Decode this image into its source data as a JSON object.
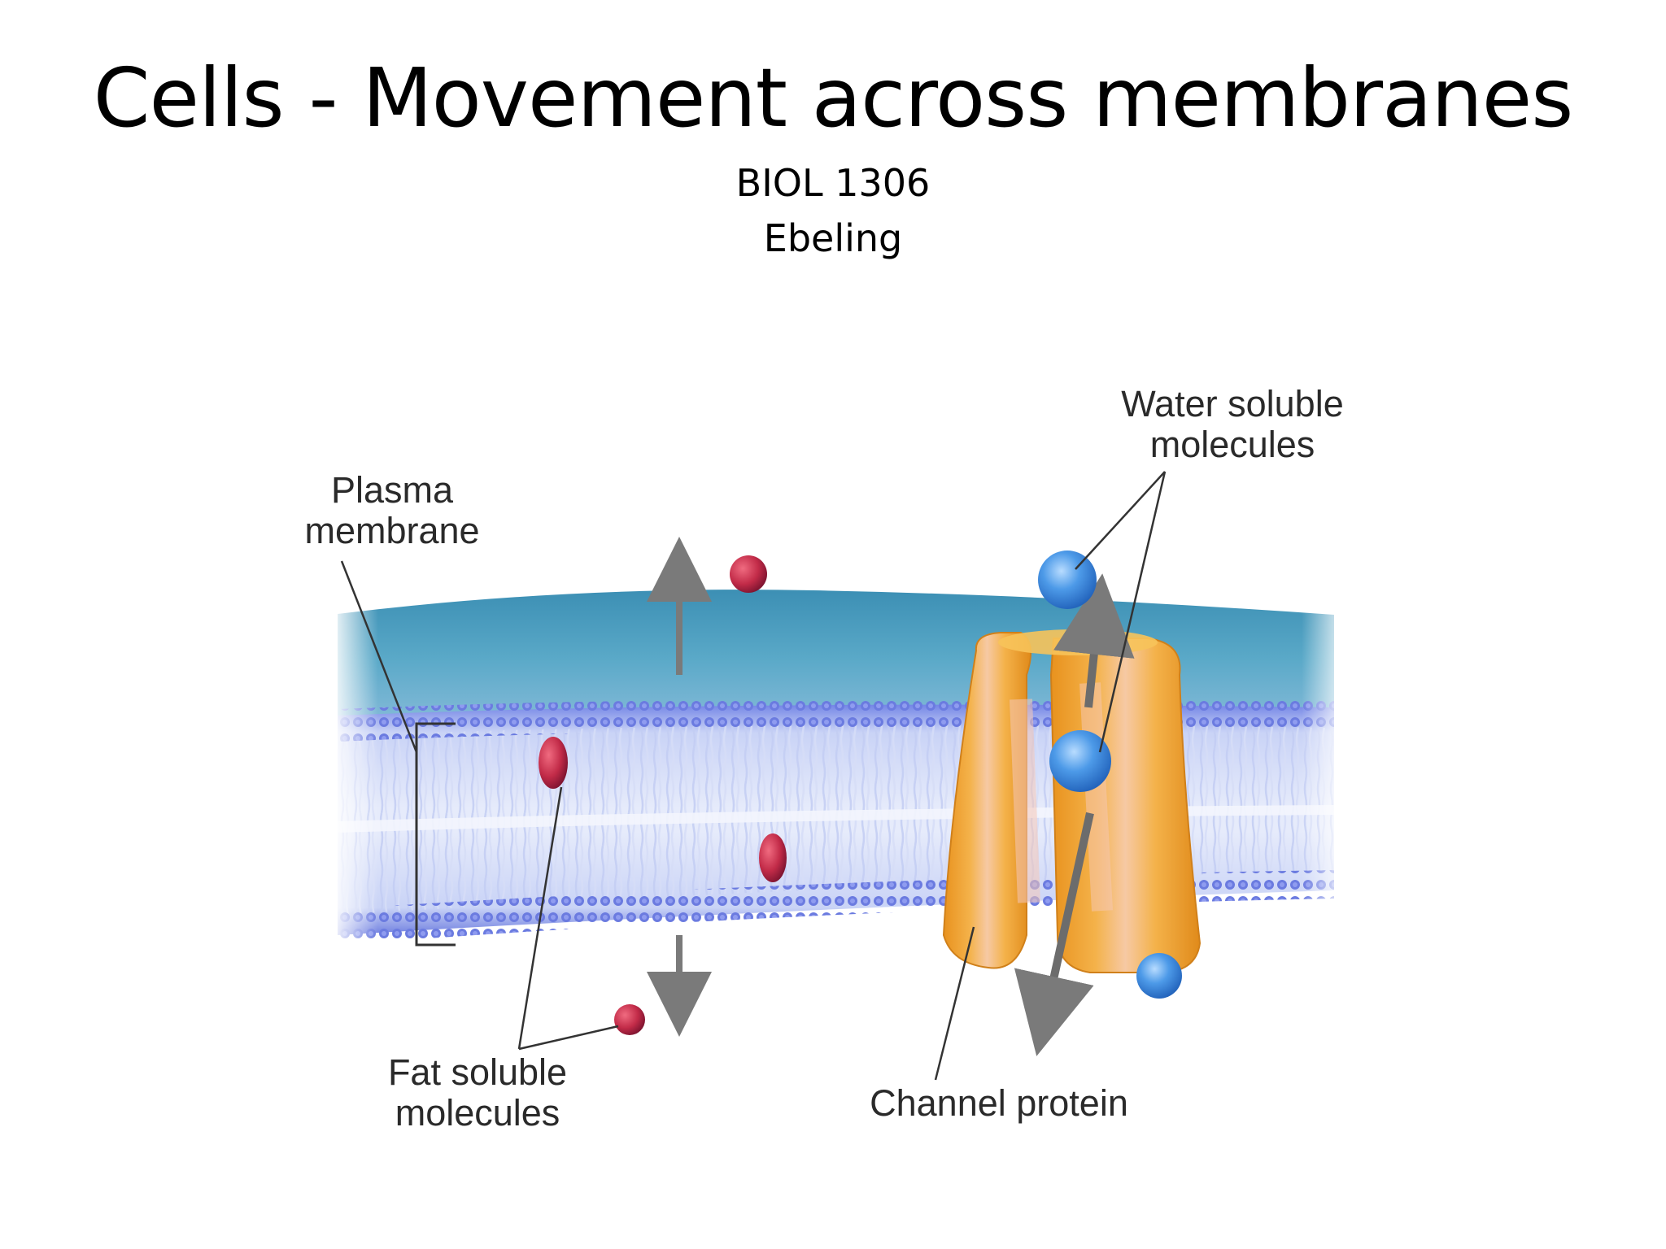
{
  "slide": {
    "title": "Cells - Movement across membranes",
    "course": "BIOL 1306",
    "author": "Ebeling"
  },
  "diagram": {
    "labels": {
      "plasma_line1": "Plasma",
      "plasma_line2": "membrane",
      "water_line1": "Water soluble",
      "water_line2": "molecules",
      "fat_line1": "Fat soluble",
      "fat_line2": "molecules",
      "channel": "Channel protein"
    },
    "colors": {
      "extracellular_fluid": "#4b9ec0",
      "phospholipid_heads": "#6f7fe0",
      "phospholipid_tails": "#dfe6fb",
      "fat_molecule": "#c8304f",
      "water_molecule": "#3f8ee6",
      "channel_protein": "#f0a42a",
      "arrow": "#7a7a7a"
    }
  }
}
